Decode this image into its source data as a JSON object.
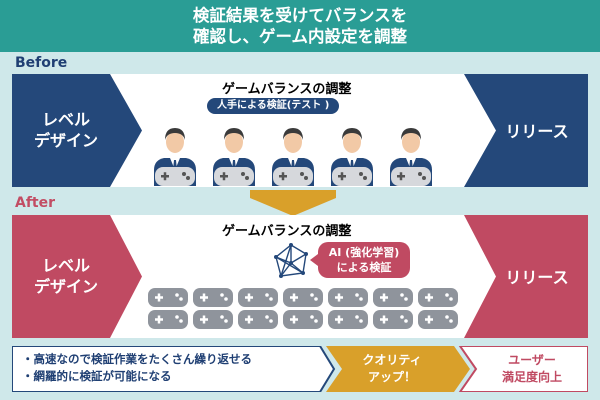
{
  "header": {
    "line1": "検証結果を受けてバランスを",
    "line2": "確認し、ゲーム内設定を調整"
  },
  "before": {
    "label": "Before",
    "left_line1": "レベル",
    "left_line2": "デザイン",
    "panel_title": "ゲームバランスの調整",
    "pill": "人手による検証(テスト )",
    "right": "リリース"
  },
  "after": {
    "label": "After",
    "left_line1": "レベル",
    "left_line2": "デザイン",
    "panel_title": "ゲームバランスの調整",
    "ai_line1": "AI (強化学習)",
    "ai_line2": "による検証",
    "right": "リリース"
  },
  "bottom": {
    "benefit1": "・高速なので検証作業をたくさん繰り返せる",
    "benefit2": "・網羅的に検証が可能になる",
    "quality_line1": "クオリティ",
    "quality_line2": "アップ！",
    "result_line1": "ユーザー",
    "result_line2": "満足度向上"
  },
  "colors": {
    "header": "#2a9d95",
    "background": "#cfe8ea",
    "navy": "#24487a",
    "crimson": "#c04a62",
    "gold": "#d9a02a"
  },
  "icons": [
    "tester-person-icon",
    "game-controller-icon",
    "ai-network-icon",
    "down-arrow-icon"
  ]
}
